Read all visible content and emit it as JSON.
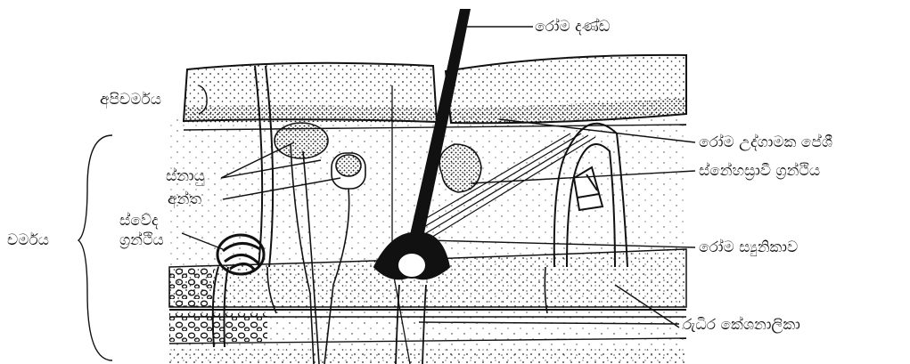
{
  "labels": {
    "hair_shaft": "රෝම දණ්ඩ",
    "epidermis": "අපිචර්මය",
    "arrector_pili": "රෝම උද්ගාමක පේශී",
    "nerve_endings_line1": "ස්නායු",
    "nerve_endings_line2": "අන්ත",
    "sebaceous_gland": "ස්නේහස්‍රාවී ග්‍රන්ථිය",
    "sweat_gland_line1": "ස්වේද",
    "sweat_gland_line2": "ග්‍රන්ථිය",
    "dermis": "චර්මය",
    "hair_follicle": "රෝම ස්‍යුනිකාව",
    "blood_capillaries": "රුධිර කේශනාලිකා"
  }
}
